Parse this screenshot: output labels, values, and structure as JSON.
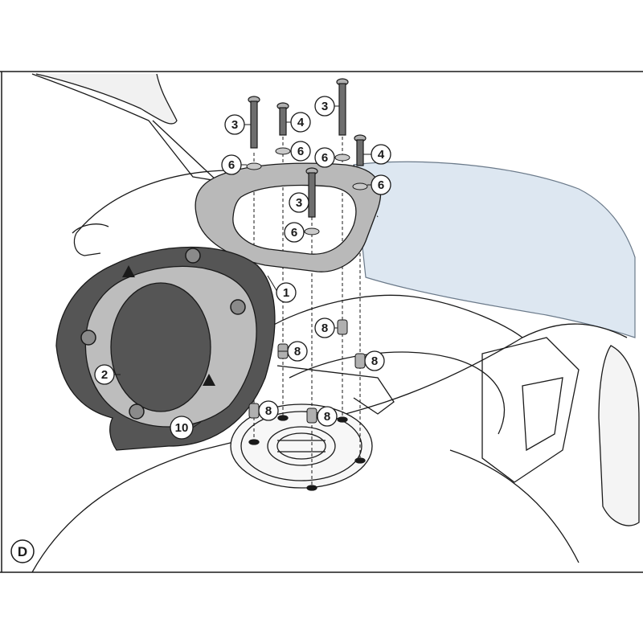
{
  "panel": {
    "label": "D"
  },
  "callouts": {
    "ring": "1",
    "plate": "2",
    "screw_long_left": "3",
    "screw_long_right": "3",
    "screw_center": "3",
    "screw_short_left": "4",
    "screw_short_right": "4",
    "washer_left": "6",
    "washer_mid_left": "6",
    "washer_mid_right": "6",
    "washer_right": "6",
    "washer_center": "6",
    "spacer_upper": "8",
    "spacer_left": "8",
    "spacer_right": "8",
    "spacer_lower_left": "8",
    "spacer_lower_center": "8",
    "pad": "10"
  },
  "colors": {
    "line": "#1a1a1a",
    "part_grey": "#9a9a9a",
    "plate_dark": "#4a4a4a",
    "plate_inner": "#b5b5b5",
    "windscreen": "#dde7f1",
    "tank_fill": "#ffffff"
  }
}
